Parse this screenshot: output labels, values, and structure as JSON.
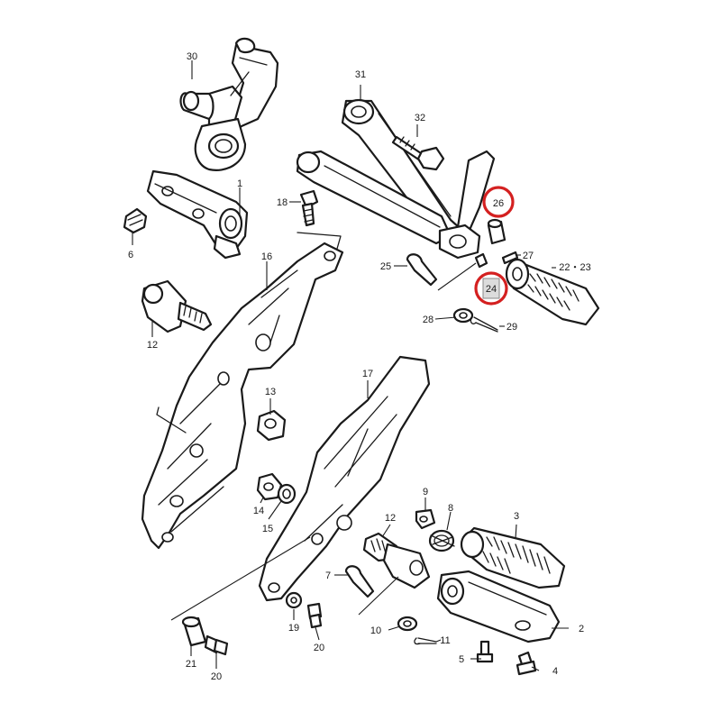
{
  "diagram": {
    "callouts": {
      "c1": "1",
      "c2": "2",
      "c3": "3",
      "c4": "4",
      "c5": "5",
      "c6": "6",
      "c7": "7",
      "c8": "8",
      "c9": "9",
      "c10": "10",
      "c11": "11",
      "c12a": "12",
      "c12b": "12",
      "c13": "13",
      "c14": "14",
      "c15": "15",
      "c16": "16",
      "c17": "17",
      "c18": "18",
      "c19": "19",
      "c20a": "20",
      "c20b": "20",
      "c21": "21",
      "c2223": "22・23",
      "c24": "24",
      "c25": "25",
      "c26": "26",
      "c27": "27",
      "c28": "28",
      "c29": "29",
      "c30": "30",
      "c31": "31",
      "c32": "32"
    },
    "highlighted_parts": [
      "24",
      "26"
    ],
    "highlight_color": "#d42020"
  }
}
